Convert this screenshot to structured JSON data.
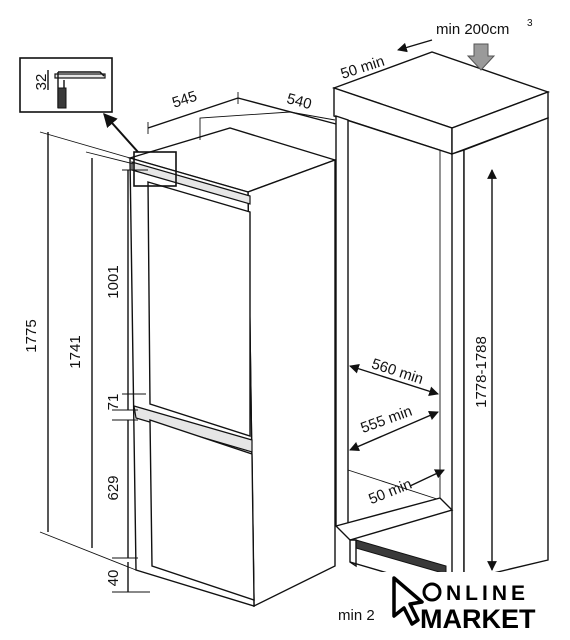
{
  "dimensions": {
    "d32": "32",
    "d545": "545",
    "d540": "540",
    "d1775": "1775",
    "d1741": "1741",
    "d1001": "1001",
    "d71": "71",
    "d629": "629",
    "d40": "40",
    "d50min_top": "50 min",
    "min200": "min 200cm",
    "min200_sup": "3",
    "d1778": "1778-1788",
    "d560": "560 min",
    "d555": "555 min",
    "d50min_bottom": "50 min",
    "min2": "min 2"
  },
  "logo": {
    "line1": "NLINE",
    "line2": "MARKET"
  },
  "colors": {
    "ink": "#111111",
    "shade": "#e6e6e6",
    "dark": "#3a3a3a"
  }
}
